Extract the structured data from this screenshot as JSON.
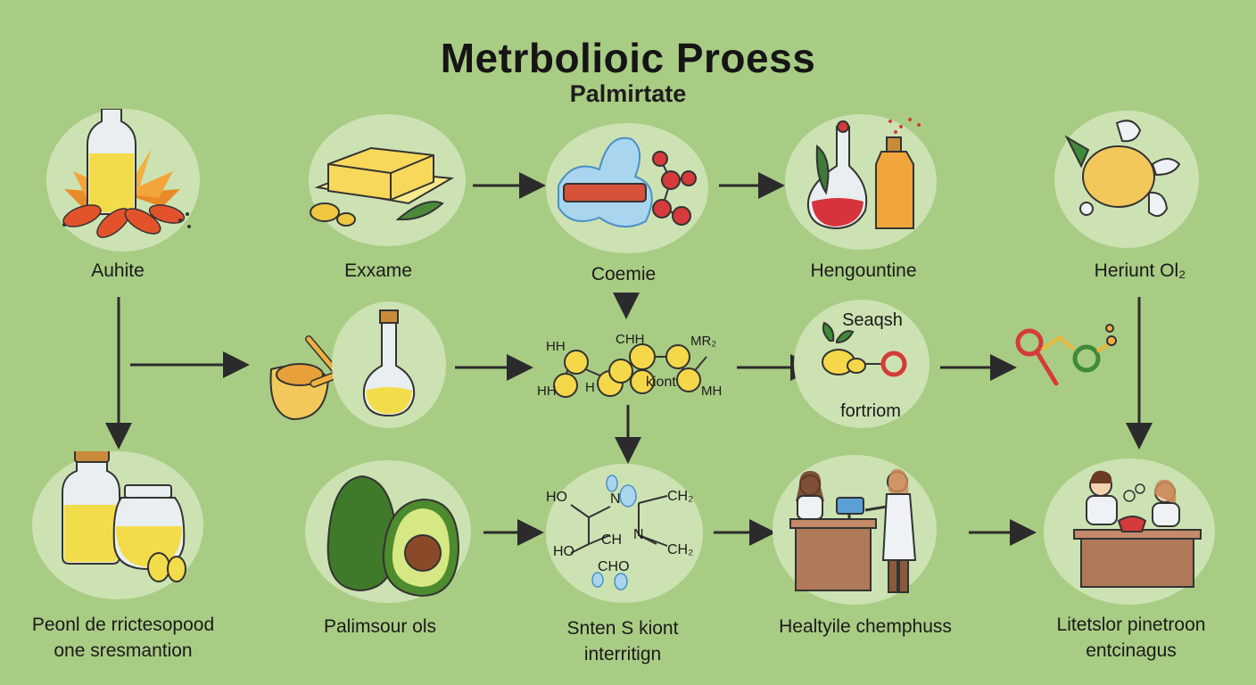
{
  "title": "Metrbolioic Proess",
  "subtitle": "Palmirtate",
  "nodes": {
    "n1": "Auhite",
    "n2": "Exxame",
    "n3": "Coemie",
    "n4": "Hengountine",
    "n5": "Heriunt Ol₂",
    "n6_top": "Seaqsh",
    "n6_bottom": "fortriom",
    "b1": [
      "Peonl de rrictesopood",
      "one sresmantion"
    ],
    "b2": "Palimsour ols",
    "b3": [
      "Snten S kiont",
      "interritign"
    ],
    "b4": "Healtyile chemphuss",
    "b5": [
      "Litetslor pinetroon",
      "entcinagus"
    ]
  },
  "chem_top": {
    "hh1": "HH",
    "chh": "CHH",
    "mr": "MR₂",
    "hh2": "HH",
    "h": "H",
    "kiont": "kiont",
    "mh": "MH"
  },
  "chem_bottom": {
    "ho1": "HO",
    "n1": "N",
    "ch2a": "CH₂",
    "ch": "CH",
    "n2": "N",
    "ho2": "HO",
    "ch2b": "CH₂",
    "cho": "CHO"
  },
  "colors": {
    "background": "#a9cc84",
    "circle": "#cde2b2",
    "arrow": "#2b2b2b",
    "oil": "#f3dc4a",
    "molecule_red": "#d63a3a",
    "molecule_yellow": "#f5d84a"
  }
}
